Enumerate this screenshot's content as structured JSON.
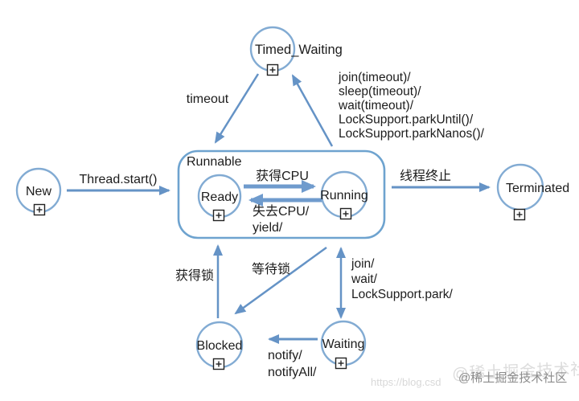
{
  "diagram": {
    "nodes": {
      "timed_waiting": "Timed_Waiting",
      "new": "New",
      "runnable": "Runnable",
      "ready": "Ready",
      "running": "Running",
      "terminated": "Terminated",
      "blocked": "Blocked",
      "waiting": "Waiting"
    },
    "edges": {
      "timeout": "timeout",
      "thread_start": "Thread.start()",
      "get_cpu": "获得CPU",
      "lose_cpu_lines": [
        "失去CPU/",
        "yield/"
      ],
      "terminate": "线程终止",
      "timed_waiting_causes": [
        "join(timeout)/",
        "sleep(timeout)/",
        "wait(timeout)/",
        "LockSupport.parkUntil()/",
        "LockSupport.parkNanos()/"
      ],
      "acquire_lock": "获得锁",
      "wait_lock": "等待锁",
      "waiting_causes": [
        "join/",
        "wait/",
        "LockSupport.park/"
      ],
      "notify_lines": [
        "notify/",
        "notifyAll/"
      ]
    },
    "icons": {
      "expand": "⊞"
    },
    "colors": {
      "node_stroke": "#82abd3",
      "arrow": "#6593c6",
      "text": "#1c1c1c",
      "watermark_dark": "#8c8c8c",
      "watermark_light": "#d8d8d8"
    }
  },
  "watermark": {
    "url": "https://blog.csd",
    "credit": "@稀土掘金技术社区"
  }
}
